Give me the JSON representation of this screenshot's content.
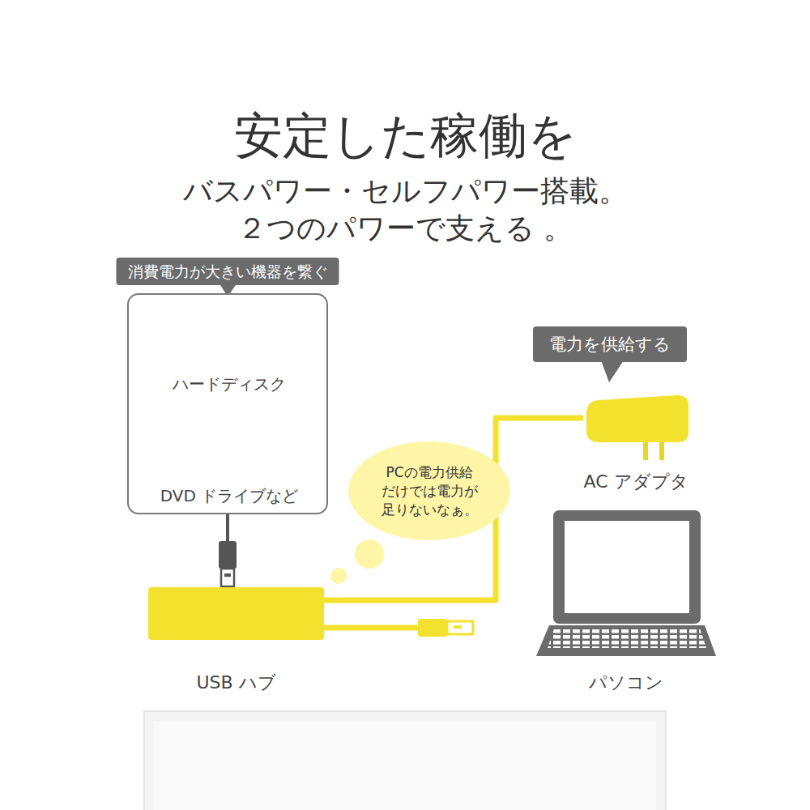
{
  "diagram": {
    "title": "安定した稼働を",
    "nodes": [
      {
        "text": [
          "消費電力が大きい機器を繋ぐ"
        ]
      },
      {
        "text": [
          "ハードディスク"
        ],
        "in": 0
      },
      {
        "text": [
          "DVD ドライブなど"
        ],
        "in": 0
      },
      {
        "text": [
          "電力を供給する"
        ]
      },
      {
        "text": [
          "PCの電力供給 だけでは電力が 足りないなぁ。"
        ]
      },
      {
        "text": [
          "AC アダプタ"
        ]
      },
      {
        "text": [
          "パソコン"
        ]
      },
      {
        "text": [
          "USB ハブ"
        ]
      }
    ],
    "edges": [
      {
        "from": 0,
        "to": 7,
        "arrow": "none"
      },
      {
        "from": 7,
        "to": 5,
        "arrow": "none"
      }
    ],
    "labels": [
      "バスパワー・セルフパワー搭載。",
      "２つのパワーで支える 。"
    ]
  }
}
